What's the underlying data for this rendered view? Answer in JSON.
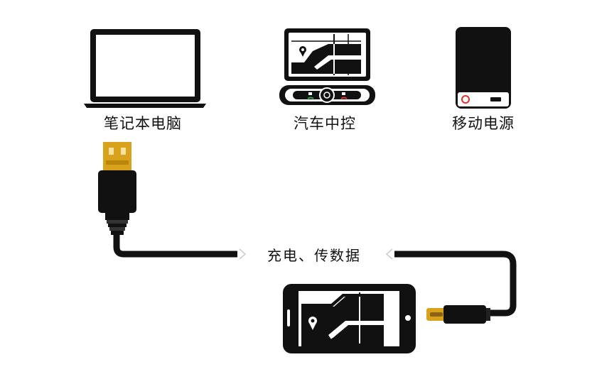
{
  "devices": {
    "laptop": {
      "label": "笔记本电脑",
      "icon": "laptop-icon"
    },
    "car": {
      "label": "汽车中控",
      "icon": "car-console-icon"
    },
    "power_bank": {
      "label": "移动电源",
      "icon": "power-bank-icon"
    }
  },
  "cable": {
    "label": "充电、传数据",
    "usb_a_icon": "usb-a-plug-icon",
    "usb_c_icon": "usb-c-plug-icon"
  },
  "phone": {
    "icon": "smartphone-map-icon"
  },
  "colors": {
    "outline": "#111111",
    "gold_connector": "#d8a21c",
    "power_led": "#e0342b",
    "call_green": "#2aa84a",
    "call_red": "#e0342b"
  }
}
